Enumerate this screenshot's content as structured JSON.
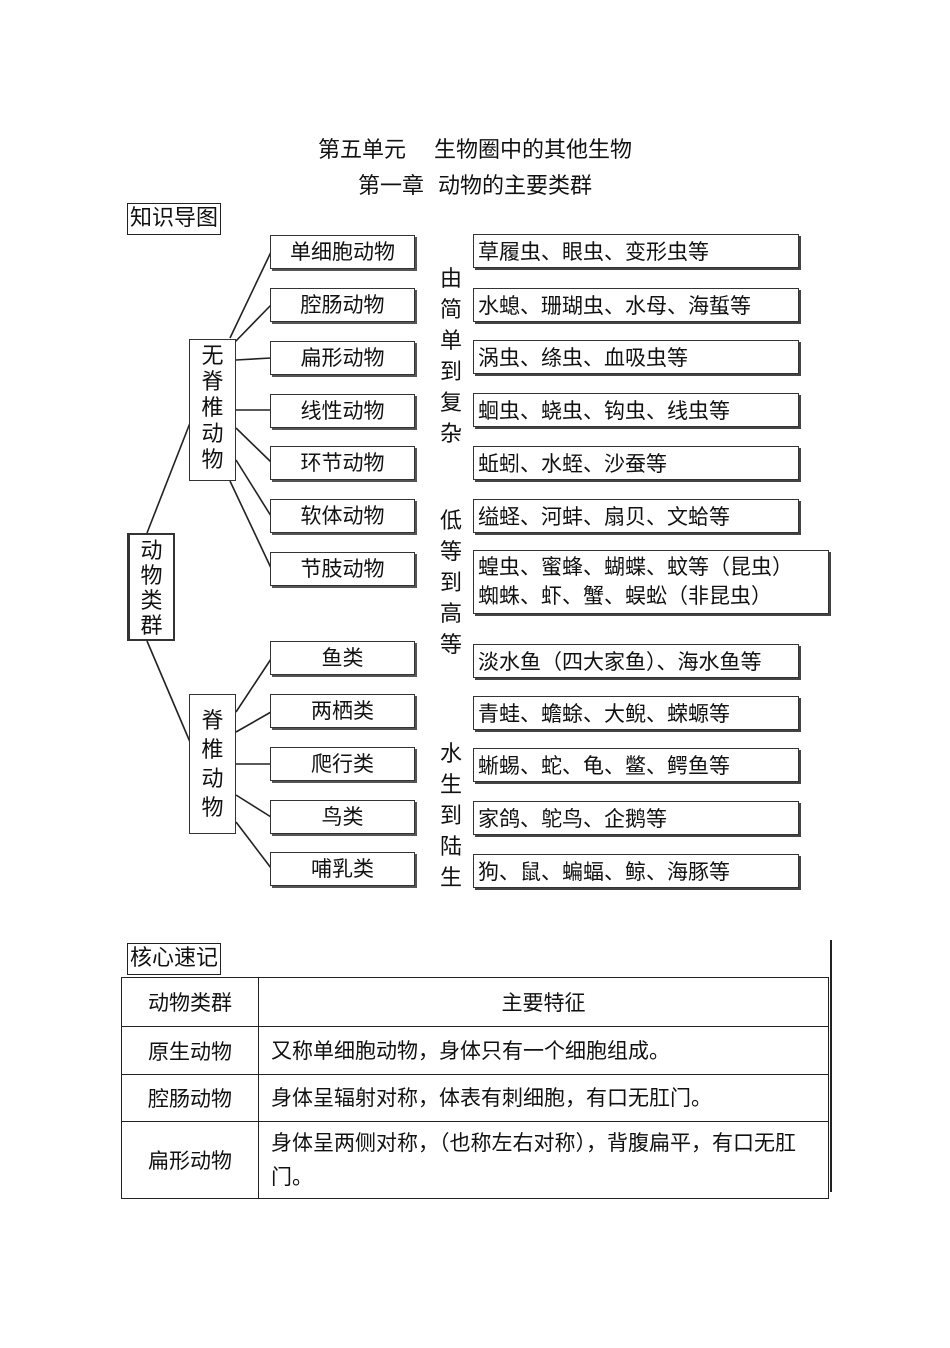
{
  "header": {
    "unit_title": "第五单元    生物圈中的其他生物",
    "chapter_title": "第一章  动物的主要类群"
  },
  "knowledge_map": {
    "label": "知识导图",
    "root": "动物类群",
    "invertebrates": {
      "label": "无脊椎动物",
      "classes": [
        {
          "name": "单细胞动物",
          "examples": "草履虫、眼虫、变形虫等"
        },
        {
          "name": "腔肠动物",
          "examples": "水螅、珊瑚虫、水母、海蜇等"
        },
        {
          "name": "扁形动物",
          "examples": "涡虫、绦虫、血吸虫等"
        },
        {
          "name": "线性动物",
          "examples": "蛔虫、蛲虫、钩虫、线虫等"
        },
        {
          "name": "环节动物",
          "examples": "蚯蚓、水蛭、沙蚕等"
        },
        {
          "name": "软体动物",
          "examples": "缢蛏、河蚌、扇贝、文蛤等"
        },
        {
          "name": "节肢动物",
          "examples": "蝗虫、蜜蜂、蝴蝶、蚊等（昆虫）",
          "examples_2": "蜘蛛、虾、蟹、蜈蚣（非昆虫）"
        }
      ]
    },
    "vertebrates": {
      "label": "脊椎动物",
      "classes": [
        {
          "name": "鱼类",
          "examples": "淡水鱼（四大家鱼）、海水鱼等"
        },
        {
          "name": "两栖类",
          "examples": "青蛙、蟾蜍、大鲵、蝾螈等"
        },
        {
          "name": "爬行类",
          "examples": "蜥蜴、蛇、龟、鳖、鳄鱼等"
        },
        {
          "name": "鸟类",
          "examples": "家鸽、鸵鸟、企鹅等"
        },
        {
          "name": "哺乳类",
          "examples": "狗、鼠、蝙蝠、鲸、海豚等"
        }
      ]
    },
    "trends": [
      "由简单到复杂",
      "低等到高等",
      "水生到陆生"
    ]
  },
  "core_notes": {
    "label": "核心速记",
    "headers": [
      "动物类群",
      "主要特征"
    ],
    "rows": [
      {
        "group": "原生动物",
        "feature": "又称单细胞动物，身体只有一个细胞组成。"
      },
      {
        "group": "腔肠动物",
        "feature": "身体呈辐射对称，体表有刺细胞，有口无肛门。"
      },
      {
        "group": "扁形动物",
        "feature": "身体呈两侧对称，（也称左右对称），背腹扁平，有口无肛门。"
      }
    ]
  }
}
